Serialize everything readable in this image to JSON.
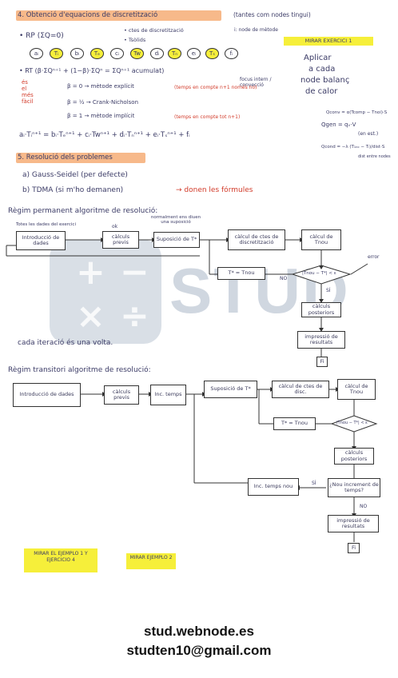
{
  "section4": {
    "title": "4. Obtenció d'equacions de discretització",
    "note": "(tantes com nodes tingui)",
    "rp": "• RP (ΣQ=0)",
    "rp_note1": "• ctes de discretització",
    "rp_note2": "i: node de mètode",
    "rp_note3": "• Tsòlids",
    "nodes": [
      "aᵢ",
      "Tᵢ",
      "bᵢ",
      "Tₑ",
      "cᵢ",
      "Tw",
      "dᵢ",
      "Tₙ",
      "eᵢ",
      "Tₛ",
      "fᵢ"
    ],
    "mirar_label": "MIRAR EXERCICI 1",
    "aplicar": [
      "Aplicar",
      "a cada",
      "node balanç",
      "de calor"
    ],
    "rt": "• RT (β·ΣQⁿ⁺¹ + (1−β)·ΣQⁿ = ΣQⁿ⁺¹ acumulat)",
    "rt_note": "focus intern / convecció",
    "side_words": [
      "és",
      "el",
      "més",
      "fàcil"
    ],
    "beta0": "β = 0 → mètode explícit",
    "beta0_note": "(temps en compte n+1 només no)",
    "beta_half": "β = ½ → Crank-Nicholson",
    "beta1": "β = 1 → mètode implícit",
    "beta1_note": "(temps en compte tot n+1)",
    "equation": "aᵢ·Tᵢⁿ⁺¹ = bᵢ·Tₑⁿ⁺¹ + cᵢ·Twⁿ⁺¹ + dᵢ·Tₙⁿ⁺¹ + eᵢ·Tₛⁿ⁺¹ + fᵢ",
    "q_conv": "Qconv = α(Tcomp − Tnoi)·S",
    "q_gen": "Qgen = qᵥ·V",
    "q_gen_note": "(en est.)",
    "q_cond": "Qcond = −λ (T₁ₙₒ − Tᵢ)/dist·S",
    "q_cond_note": "dist entre nodes"
  },
  "section5": {
    "title": "5. Resolució dels problemes",
    "a": "a) Gauss-Seidel (per defecte)",
    "b": "b) TDMA (si m'ho demanen)",
    "b_arrow": "→ donen les fórmules"
  },
  "flow1": {
    "title": "Règim permanent algoritme de resolució:",
    "note_top": "Totes les dades del exercici",
    "note_ok": "ok",
    "note_supos": "normalment ens diuen una suposició",
    "boxes": {
      "intro": "Introducció de dades",
      "calculs": "càlculs previs",
      "suposicio": "Suposició de T*",
      "coefs": "càlcul de ctes de discretització",
      "calcul_t": "càlcul de Tnou",
      "swap": "T* = Tnou",
      "decision": "|Tnou − T*| < ε",
      "posteriors": "càlculs posteriors",
      "impressio": "impressió de resultats",
      "fi": "Fi"
    },
    "no": "NO",
    "si": "SÍ",
    "error": "error",
    "cada_iteracio": "cada iteració és una volta."
  },
  "flow2": {
    "title": "Règim transitori algoritme de resolució:",
    "boxes": {
      "intro": "Introducció de dades",
      "calculs": "càlculs previs",
      "inc_temps": "Inc. temps",
      "suposicio": "Suposició de T*",
      "coefs": "càlcul de ctes de disc.",
      "calcul_t": "càlcul de Tnou",
      "swap": "T* = Tnou",
      "decision": "|Tnou − T*| < ε",
      "posteriors": "càlculs posteriors",
      "nou_inc": "¿Nou increment de temps?",
      "inc_temps_nou": "Inc. temps nou",
      "impressio": "impressió de resultats",
      "fi": "Fi"
    },
    "no": "NO",
    "si": "SÍ"
  },
  "notes": {
    "mirar1": "MIRAR EL EJEMPLO 1 Y EJERCICIO 4",
    "mirar2": "MIRAR EJEMPLO 2"
  },
  "watermark": "STUD",
  "footer": {
    "site": "stud.webnode.es",
    "email": "studten10@gmail.com"
  },
  "colors": {
    "highlight_orange": "#f7b98a",
    "highlight_yellow": "#f6ef3a",
    "ink": "#3b3b66",
    "red": "#d23b2a"
  }
}
